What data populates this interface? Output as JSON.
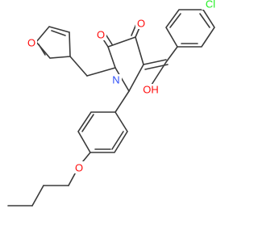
{
  "colors": {
    "bond": "#3a3a3a",
    "oxygen": "#ff0d0d",
    "nitrogen": "#3050f8",
    "chlorine": "#1ff01f",
    "background": "#ffffff"
  },
  "atoms": {
    "o_ketone_left": "O",
    "o_ketone_right": "O",
    "cl": "Cl",
    "oh": "OH",
    "n": "N",
    "o_furan": "O",
    "o_ether": "O"
  }
}
